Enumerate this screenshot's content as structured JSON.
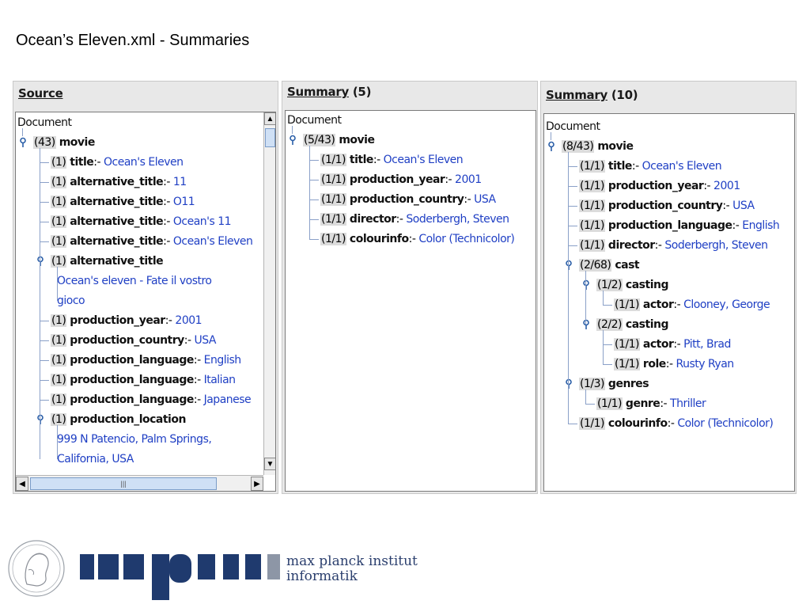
{
  "slide_title": "Ocean’s Eleven.xml - Summaries",
  "panels": [
    {
      "header_link": "Source",
      "header_suffix": "",
      "root_label": "Document",
      "nodes": [
        {
          "count": "(43)",
          "tag": "movie",
          "sep": "",
          "val": ""
        },
        {
          "count": "(1)",
          "tag": "title",
          "sep": ":- ",
          "val": "Ocean's Eleven"
        },
        {
          "count": "(1)",
          "tag": "alternative_title",
          "sep": ":- ",
          "val": "11"
        },
        {
          "count": "(1)",
          "tag": "alternative_title",
          "sep": ":- ",
          "val": "O11"
        },
        {
          "count": "(1)",
          "tag": "alternative_title",
          "sep": ":- ",
          "val": "Ocean's 11"
        },
        {
          "count": "(1)",
          "tag": "alternative_title",
          "sep": ":- ",
          "val": "Ocean's Eleven"
        },
        {
          "count": "(1)",
          "tag": "alternative_title",
          "sep": "",
          "val": ""
        },
        {
          "count": "",
          "tag": "",
          "sep": "",
          "val": "Ocean's eleven - Fate il vostro"
        },
        {
          "count": "",
          "tag": "",
          "sep": "",
          "val": "gioco"
        },
        {
          "count": "(1)",
          "tag": "production_year",
          "sep": ":- ",
          "val": "2001"
        },
        {
          "count": "(1)",
          "tag": "production_country",
          "sep": ":- ",
          "val": "USA"
        },
        {
          "count": "(1)",
          "tag": "production_language",
          "sep": ":- ",
          "val": "English"
        },
        {
          "count": "(1)",
          "tag": "production_language",
          "sep": ":- ",
          "val": "Italian"
        },
        {
          "count": "(1)",
          "tag": "production_language",
          "sep": ":- ",
          "val": "Japanese"
        },
        {
          "count": "(1)",
          "tag": "production_location",
          "sep": "",
          "val": ""
        },
        {
          "count": "",
          "tag": "",
          "sep": "",
          "val": "999 N Patencio, Palm Springs,"
        },
        {
          "count": "",
          "tag": "",
          "sep": "",
          "val": "California, USA"
        }
      ]
    },
    {
      "header_link": "Summary",
      "header_suffix": " (5)",
      "root_label": "Document",
      "nodes": [
        {
          "count": "(5/43)",
          "tag": "movie",
          "sep": "",
          "val": ""
        },
        {
          "count": "(1/1)",
          "tag": "title",
          "sep": ":- ",
          "val": "Ocean's Eleven"
        },
        {
          "count": "(1/1)",
          "tag": "production_year",
          "sep": ":- ",
          "val": "2001"
        },
        {
          "count": "(1/1)",
          "tag": "production_country",
          "sep": ":- ",
          "val": "USA"
        },
        {
          "count": "(1/1)",
          "tag": "director",
          "sep": ":- ",
          "val": "Soderbergh, Steven"
        },
        {
          "count": "(1/1)",
          "tag": "colourinfo",
          "sep": ":- ",
          "val": "Color (Technicolor)"
        }
      ]
    },
    {
      "header_link": "Summary",
      "header_suffix": " (10)",
      "root_label": "Document",
      "nodes": [
        {
          "count": "(8/43)",
          "tag": "movie",
          "sep": "",
          "val": ""
        },
        {
          "count": "(1/1)",
          "tag": "title",
          "sep": ":- ",
          "val": "Ocean's Eleven"
        },
        {
          "count": "(1/1)",
          "tag": "production_year",
          "sep": ":- ",
          "val": "2001"
        },
        {
          "count": "(1/1)",
          "tag": "production_country",
          "sep": ":- ",
          "val": "USA"
        },
        {
          "count": "(1/1)",
          "tag": "production_language",
          "sep": ":- ",
          "val": "English"
        },
        {
          "count": "(1/1)",
          "tag": "director",
          "sep": ":- ",
          "val": "Soderbergh, Steven"
        },
        {
          "count": "(2/68)",
          "tag": "cast",
          "sep": "",
          "val": ""
        },
        {
          "count": "(1/2)",
          "tag": "casting",
          "sep": "",
          "val": ""
        },
        {
          "count": "(1/1)",
          "tag": "actor",
          "sep": ":- ",
          "val": "Clooney, George"
        },
        {
          "count": "(2/2)",
          "tag": "casting",
          "sep": "",
          "val": ""
        },
        {
          "count": "(1/1)",
          "tag": "actor",
          "sep": ":- ",
          "val": "Pitt, Brad"
        },
        {
          "count": "(1/1)",
          "tag": "role",
          "sep": ":- ",
          "val": "Rusty Ryan"
        },
        {
          "count": "(1/3)",
          "tag": "genres",
          "sep": "",
          "val": ""
        },
        {
          "count": "(1/1)",
          "tag": "genre",
          "sep": ":- ",
          "val": "Thriller"
        },
        {
          "count": "(1/1)",
          "tag": "colourinfo",
          "sep": ":- ",
          "val": "Color (Technicolor)"
        }
      ]
    }
  ],
  "logo": {
    "line1": "max planck institut",
    "line2": "informatik",
    "color": "#1f3a6e"
  },
  "colors": {
    "value_text": "#1f3fc4",
    "panel_bg": "#e8e8e8",
    "tree_lines": "#8aa0c8"
  },
  "icons": {
    "tree_expander": "key-handle-icon",
    "scroll_up": "arrow-up-icon",
    "scroll_down": "arrow-down-icon",
    "scroll_left": "arrow-left-icon",
    "scroll_right": "arrow-right-icon"
  }
}
